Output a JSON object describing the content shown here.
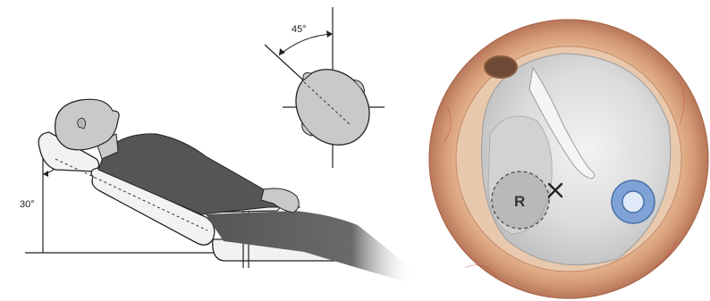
{
  "left_panel": {
    "recline_angle_label": "30°"
  },
  "head_inset": {
    "rotation_angle_label": "45°"
  },
  "right_panel": {
    "reference_label": "R"
  },
  "colors": {
    "skin_tone": "#c9c9c9",
    "clothing": "#555555",
    "chair_fill": "#f0f0f0",
    "outline": "#222222",
    "ear_canal_wall": "#d9a57f",
    "tympanic_membrane": "#e2e2e2",
    "tube_blue": "#7fa3d6"
  }
}
